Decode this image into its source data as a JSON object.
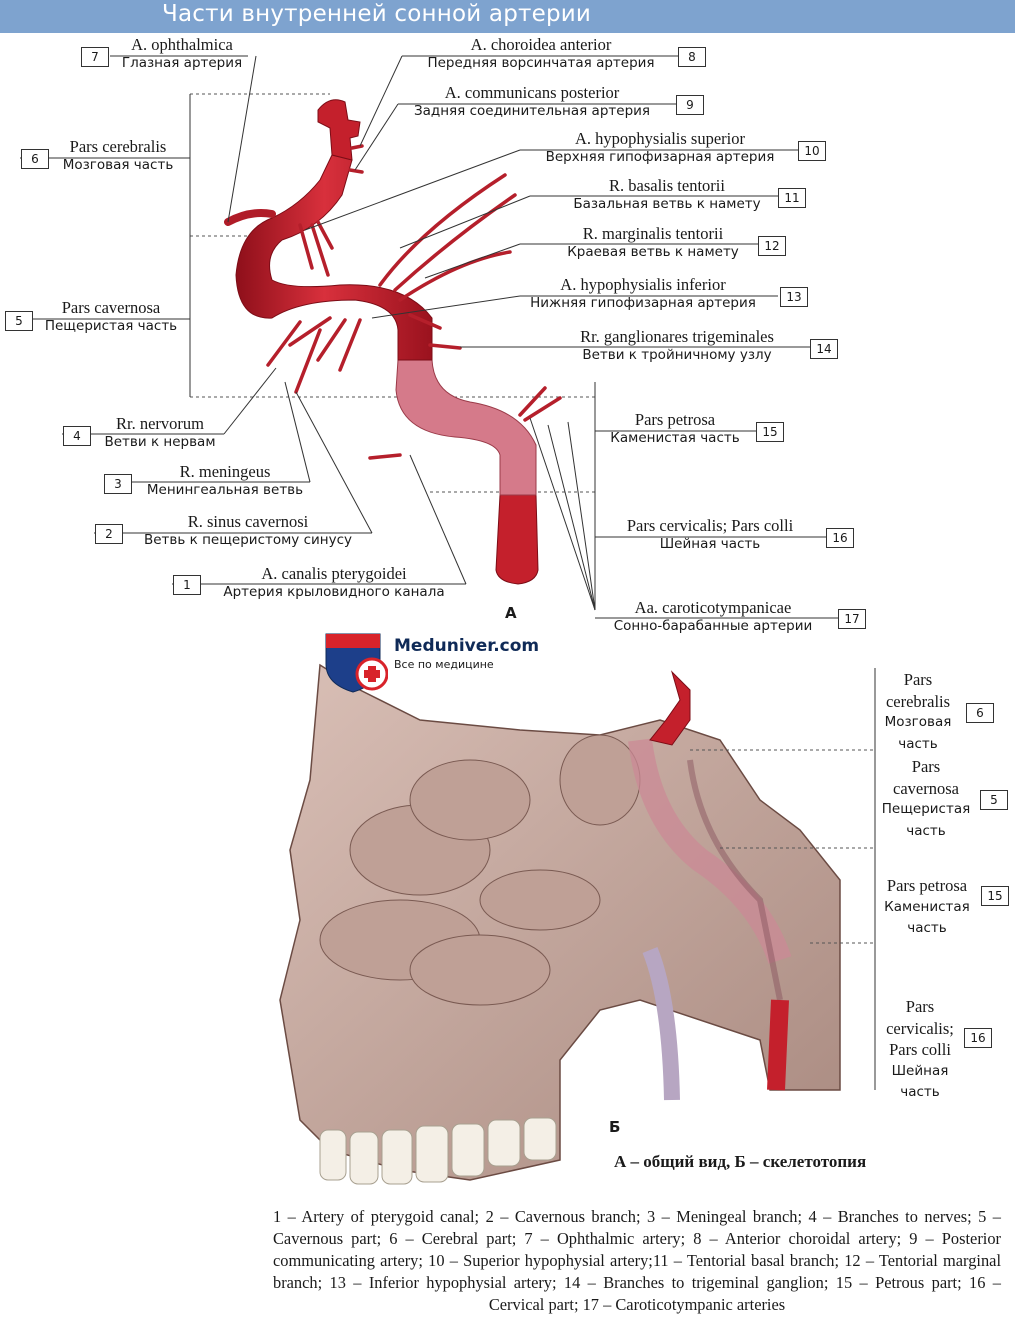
{
  "title": "Части внутренней сонной артерии",
  "labels_a": [
    {
      "num": "7",
      "lat": "A. ophthalmica",
      "ru": "Глазная артерия"
    },
    {
      "num": "8",
      "lat": "A. choroidea anterior",
      "ru": "Передняя ворсинчатая артерия"
    },
    {
      "num": "9",
      "lat": "A. communicans posterior",
      "ru": "Задняя соединительная артерия"
    },
    {
      "num": "6",
      "lat": "Pars cerebralis",
      "ru": "Мозговая часть"
    },
    {
      "num": "10",
      "lat": "A. hypophysialis superior",
      "ru": "Верхняя гипофизарная артерия"
    },
    {
      "num": "11",
      "lat": "R. basalis tentorii",
      "ru": "Базальная ветвь к намету"
    },
    {
      "num": "12",
      "lat": "R. marginalis tentorii",
      "ru": "Краевая ветвь к намету"
    },
    {
      "num": "5",
      "lat": "Pars cavernosa",
      "ru": "Пещеристая часть"
    },
    {
      "num": "13",
      "lat": "A. hypophysialis inferior",
      "ru": "Нижняя гипофизарная артерия"
    },
    {
      "num": "14",
      "lat": "Rr. ganglionares trigeminales",
      "ru": "Ветви к тройничному узлу"
    },
    {
      "num": "4",
      "lat": "Rr. nervorum",
      "ru": "Ветви к нервам"
    },
    {
      "num": "15",
      "lat": "Pars petrosa",
      "ru": "Каменистая часть"
    },
    {
      "num": "3",
      "lat": "R. meningeus",
      "ru": "Менингеальная ветвь"
    },
    {
      "num": "2",
      "lat": "R. sinus cavernosi",
      "ru": "Ветвь к пещеристому синусу"
    },
    {
      "num": "16",
      "lat": "Pars cervicalis; Pars colli",
      "ru": "Шейная часть"
    },
    {
      "num": "1",
      "lat": "A. canalis pterygoidei",
      "ru": "Артерия крыловидного канала"
    },
    {
      "num": "17",
      "lat": "Aa. caroticotympanicae",
      "ru": "Сонно-барабанные артерии"
    }
  ],
  "labels_b": [
    {
      "num": "6",
      "lat1": "Pars",
      "lat2": "cerebralis",
      "ru1": "Мозговая",
      "ru2": "часть"
    },
    {
      "num": "5",
      "lat1": "Pars",
      "lat2": "cavernosa",
      "ru1": "Пещеристая",
      "ru2": "часть"
    },
    {
      "num": "15",
      "lat1": "Pars petrosa",
      "ru1": "Каменистая",
      "ru2": "часть"
    },
    {
      "num": "16",
      "lat1": "Pars",
      "lat2": "cervicalis;",
      "lat3": "Pars colli",
      "ru1": "Шейная",
      "ru2": "часть"
    }
  ],
  "panel_a_letter": "А",
  "panel_b_letter": "Б",
  "logo": {
    "name": "Meduniver.com",
    "tagline": "Все по медицине"
  },
  "caption": "А – общий вид, Б – скелетотопия",
  "legend": "1 – Artery of pterygoid canal; 2 – Cavernous branch; 3 – Meningeal branch; 4 – Branches to nerves; 5 – Cavernous part; 6 – Cerebral part; 7 – Ophthalmic artery; 8 – Anterior choroidal artery; 9 – Posterior communicating artery; 10 – Superior hypophysial artery;11 – Tentorial basal branch; 12 – Tentorial marginal branch; 13 – Inferior hypophysial artery; 14 – Branches to trigeminal ganglion; 15 – Petrous part; 16 – Cervical part; 17 – Caroticotympanic arteries",
  "colors": {
    "title_bar": "#7ea3cf",
    "artery": "#c4202c",
    "artery_petrous": "#d57a8a",
    "bone": "#c9aba2",
    "bone_dark": "#7a5a52"
  }
}
